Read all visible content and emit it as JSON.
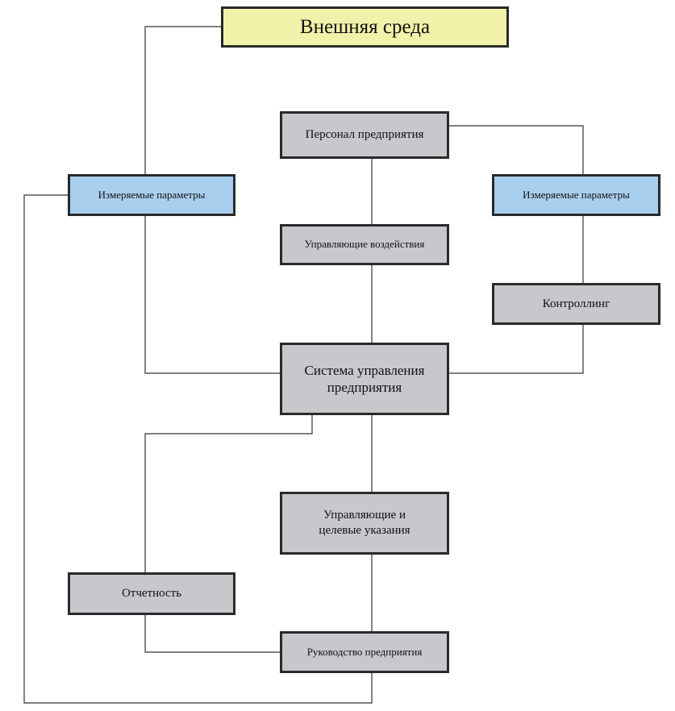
{
  "nodes": {
    "external": "Внешняя среда",
    "personnel": "Персонал предприятия",
    "measured_left": "Измеряемые параметры",
    "measured_right": "Измеряемые параметры",
    "control_actions": "Управляющие воздействия",
    "controlling": "Контроллинг",
    "management_system": "Система управления предприятия",
    "directives": "Управляющие и целевые указания",
    "reporting": "Отчетность",
    "management": "Руководство предприятия"
  },
  "colors": {
    "process_box": "#c6c8cb",
    "parameter_box": "#a9cfee",
    "environment_box": "#f1f1a9",
    "border": "#2a2a2a",
    "connector": "#333333"
  }
}
